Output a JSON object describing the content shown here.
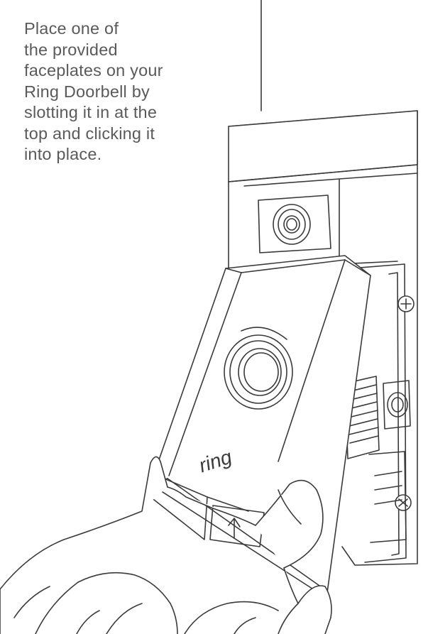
{
  "instruction": {
    "lines": [
      "Place one of",
      "the provided",
      "faceplates on your",
      "Ring Doorbell by",
      "slotting it in at the",
      "top and clicking it",
      "into place."
    ]
  },
  "illustration": {
    "faceplate_logo": "ring",
    "icons": [
      "doorbell-illustration",
      "camera-lens-icon",
      "doorbell-button-icon",
      "screw-icon",
      "hand-illustration",
      "wall-wire-icon"
    ]
  },
  "colors": {
    "text": "#5a5a5a",
    "line": "#3a3a3a",
    "background": "#ffffff"
  }
}
